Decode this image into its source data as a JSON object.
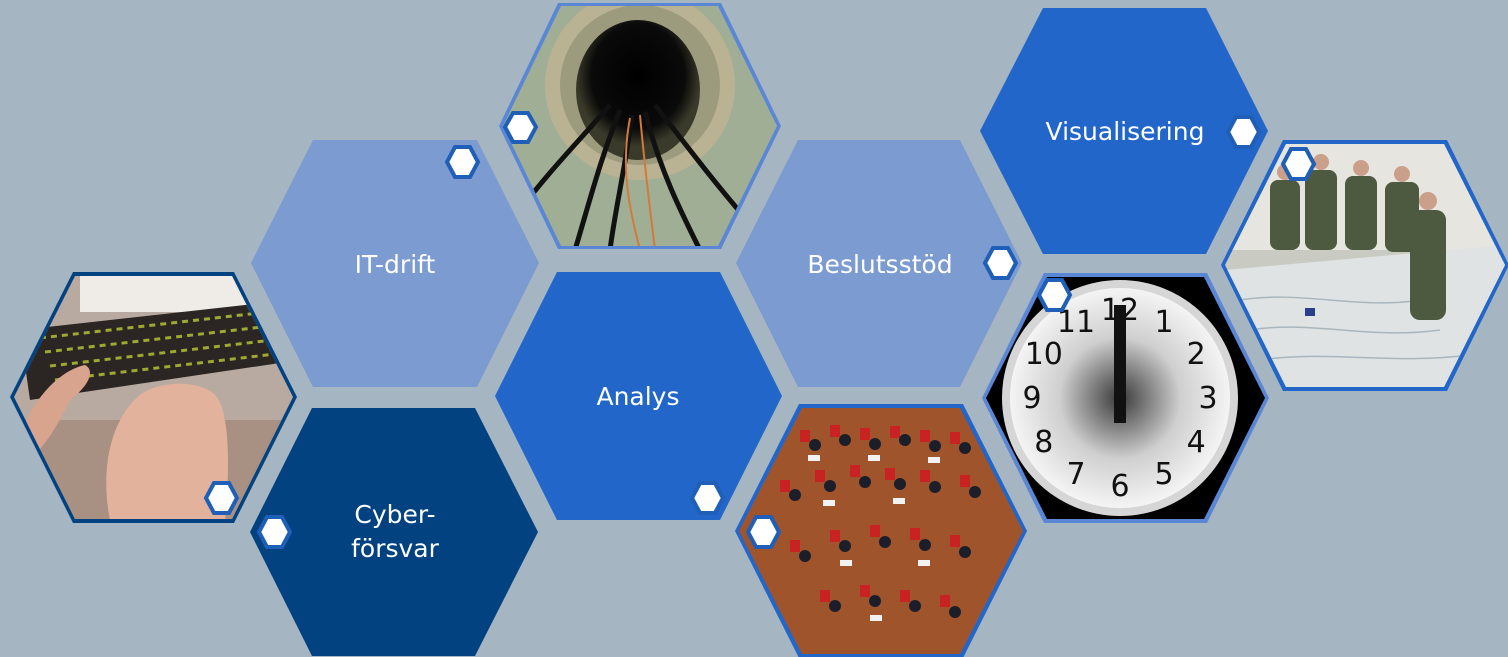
{
  "colors": {
    "background": "#a6b5c2",
    "light_blue": "#7b9bd1",
    "medium_blue": "#2166c8",
    "dark_blue": "#034281",
    "border_blue": "#5a86d6",
    "dot_blue": "#1f5fb8"
  },
  "tiles": {
    "it_drift": {
      "label": "IT-drift"
    },
    "analys": {
      "label": "Analys"
    },
    "cyberforsvar": {
      "line1": "Cyber-",
      "line2": "försvar"
    },
    "beslutsstod": {
      "label": "Beslutsstöd"
    },
    "visualisering": {
      "label": "Visualisering"
    }
  },
  "photos": {
    "keyboard": {
      "icon": "keyboard-photo"
    },
    "cables": {
      "icon": "cables-photo"
    },
    "orchestra": {
      "icon": "orchestra-photo"
    },
    "clock": {
      "icon": "clock-photo",
      "numerals": [
        "12",
        "1",
        "2",
        "3",
        "4",
        "5",
        "6",
        "7",
        "8",
        "9",
        "10",
        "11"
      ]
    },
    "soldiers": {
      "icon": "soldiers-photo"
    }
  }
}
